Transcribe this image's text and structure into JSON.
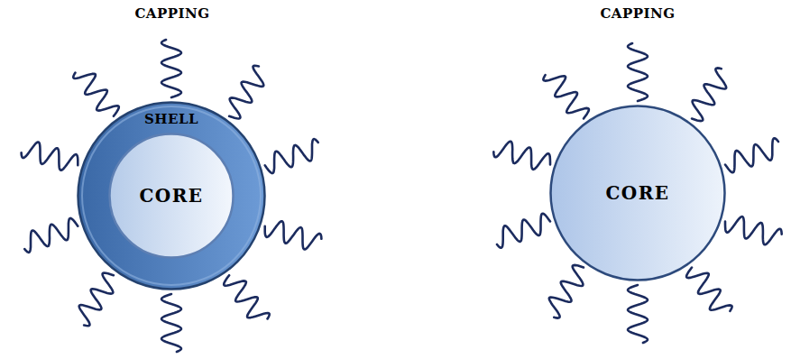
{
  "diagram": {
    "nodes": [
      {
        "text": [
          "SHELL"
        ]
      },
      {
        "text": [
          "CORE"
        ],
        "in": 0
      },
      {
        "text": [
          "CORE"
        ]
      }
    ],
    "labels": [
      "CAPPING",
      "CAPPING"
    ]
  }
}
